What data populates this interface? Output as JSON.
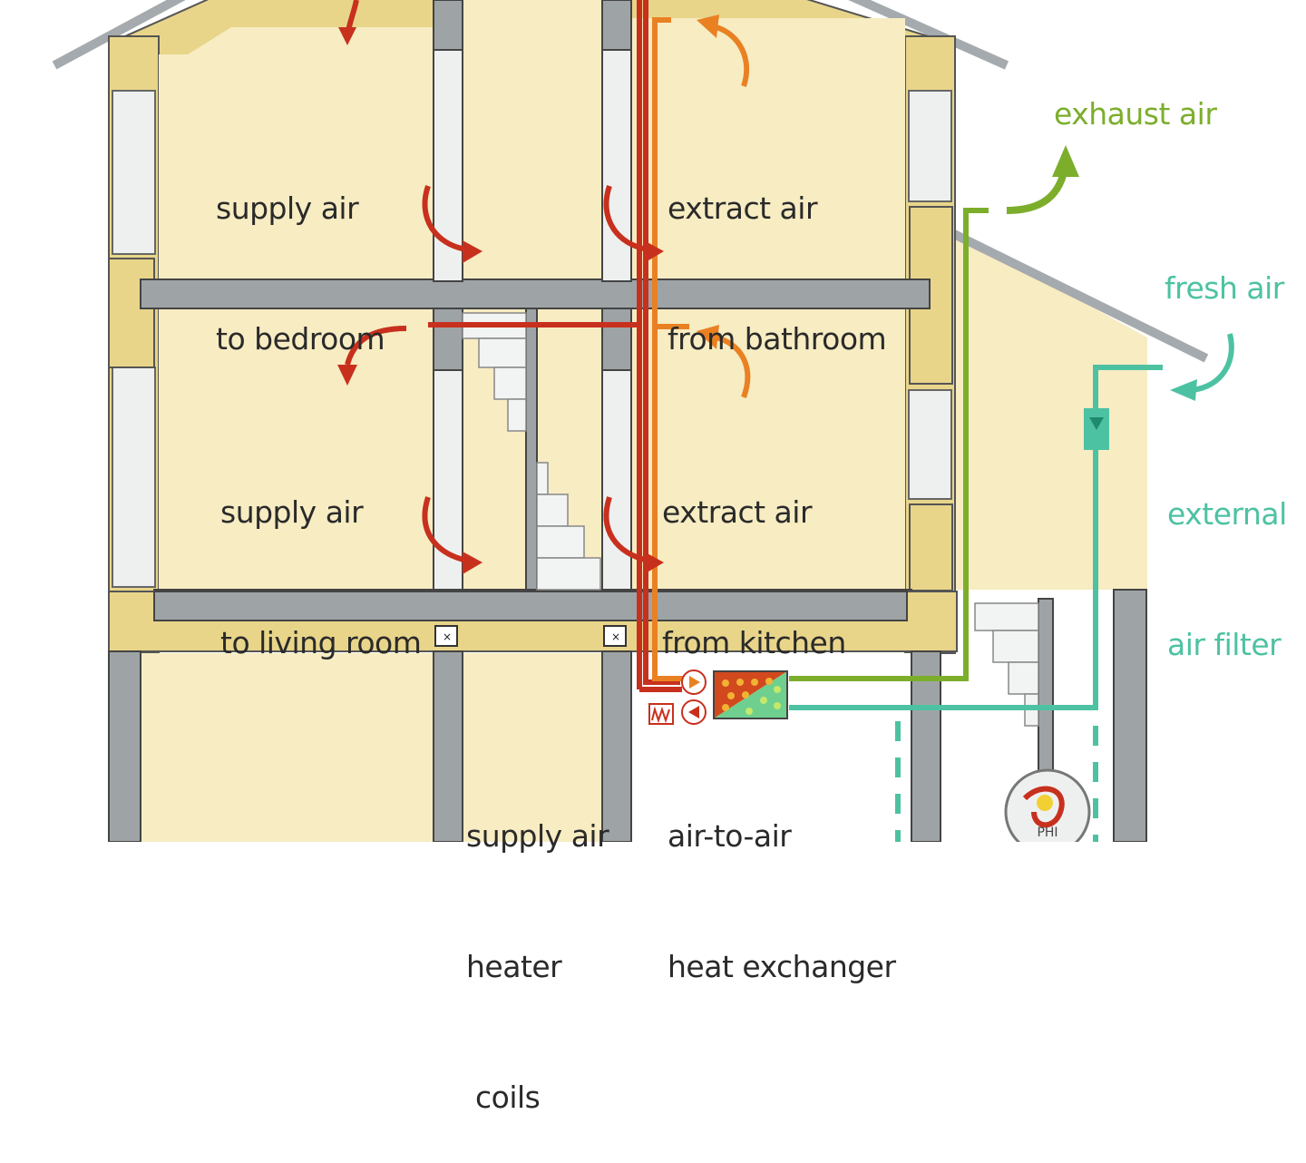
{
  "labels": {
    "supply_bedroom": [
      "supply air",
      "to bedroom"
    ],
    "extract_bathroom": [
      "extract air",
      "from bathroom"
    ],
    "supply_living": [
      "supply air",
      "to living room"
    ],
    "extract_kitchen": [
      "extract air",
      "from kitchen"
    ],
    "exhaust": "exhaust air",
    "fresh": "fresh air",
    "filter": [
      "external",
      "air filter"
    ],
    "heater": [
      "supply air",
      "heater",
      " coils"
    ],
    "exchanger": [
      "air-to-air",
      "heat exchanger"
    ]
  },
  "logo_text": "PHI",
  "colors": {
    "wall": "#e8d58a",
    "interior": "#f7ecc2",
    "concrete": "#9ea4a6",
    "supply_duct": "#c8301e",
    "extract_duct": "#e98123",
    "exhaust_duct": "#7cae2c",
    "fresh_duct": "#4dc2a2"
  }
}
